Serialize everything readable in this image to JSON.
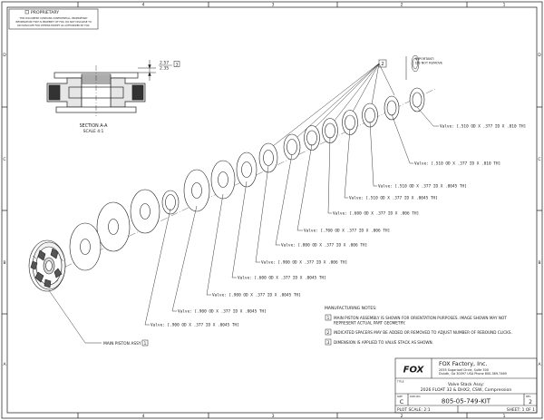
{
  "border": {
    "cols_top": [
      "4",
      "3",
      "2",
      "1"
    ],
    "cols_bottom": [
      "4",
      "3",
      "2",
      "1"
    ],
    "rows_left": [
      "D",
      "C",
      "B",
      "A"
    ],
    "rows_right": [
      "D",
      "C",
      "B",
      "A"
    ]
  },
  "proprietary": {
    "heading": "PROPRIETARY",
    "lines": [
      "THIS DOCUMENT CONTAINS CONFIDENTIAL, PROPRIETARY",
      "INFORMATION THAT IS PROPERTY OF FOX. DO NOT DISCLOSE TO",
      "OR DUPLICATE FOR OTHERS EXCEPT AS AUTHORIZED BY FOX."
    ]
  },
  "section": {
    "title": "SECTION A-A",
    "scale": "SCALE 4:1",
    "dim_top": "2.57",
    "dim_bottom": "2.35",
    "note_ref": "3"
  },
  "balloons": {
    "spacer_ref": "2",
    "main_piston_ref": "1",
    "important_line1": "IMPORTANT:",
    "important_line2": "DO NOT REMOVE"
  },
  "stack_labels": [
    "Valve: [.510 OD X .377 ID X .010 TH]",
    "Valve: [.510 OD X .377 ID X .010 TH]",
    "Valve: [.510 OD X .377 ID X .0045 TH]",
    "Valve: [.510 OD X .377 ID X .0045 TH]",
    "Valve: [.600 OD X .377 ID X .006 TH]",
    "Valve: [.700 OD X .377 ID X .006 TH]",
    "Valve: [.800 OD X .377 ID X .006 TH]",
    "Valve: [.900 OD X .377 ID X .006 TH]",
    "Valve: [.600 OD X .377 ID X .0045 TH]",
    "Valve: [.900 OD X .377 ID X .0045 TH]",
    "Valve: [.900 OD X .377 ID X .0045 TH]",
    "Valve: [.900 OD X .377 ID X .0045 TH]"
  ],
  "main_piston_label": "MAIN PISTON ASSY",
  "notes": {
    "heading": "MANUFACTURING NOTES:",
    "items": [
      {
        "num": "1",
        "lines": [
          "MAIN PISTON ASSEMBLY IS SHOWN FOR ORIENTATION PURPOSES. IMAGE SHOWN MAY NOT",
          "REPRESENT ACTUAL PART GEOMETRY."
        ]
      },
      {
        "num": "2",
        "lines": [
          "INDICATED SPACERS MAY BE ADDED OR REMOVED TO ADJUST NUMBER OF REBOUND CLICKS."
        ]
      },
      {
        "num": "3",
        "lines": [
          "DIMENSION IS APPLIED TO VALVE STACK AS SHOWN."
        ]
      }
    ]
  },
  "title_block": {
    "logo_text": "FOX",
    "company": "FOX Factory, Inc.",
    "address1": "2055 Sugarloaf Circle, Suite 300",
    "address2": "Duluth, Ga 30097 USA Phone 800-369-7469",
    "title_label": "TITLE",
    "title_line1": "Valve Stack Assy:",
    "title_line2": "2026 FLOAT 32 & DHX2, CSW, Compression",
    "size_label": "SIZE",
    "size_value": "C",
    "dwg_label": "DWG NO.",
    "dwg_value": "805-05-749-KIT",
    "rev_label": "REV",
    "rev_value": "2",
    "scale_text": "PLOT SCALE: 2:1",
    "sheet_text": "SHEET: 1 OF 1"
  }
}
